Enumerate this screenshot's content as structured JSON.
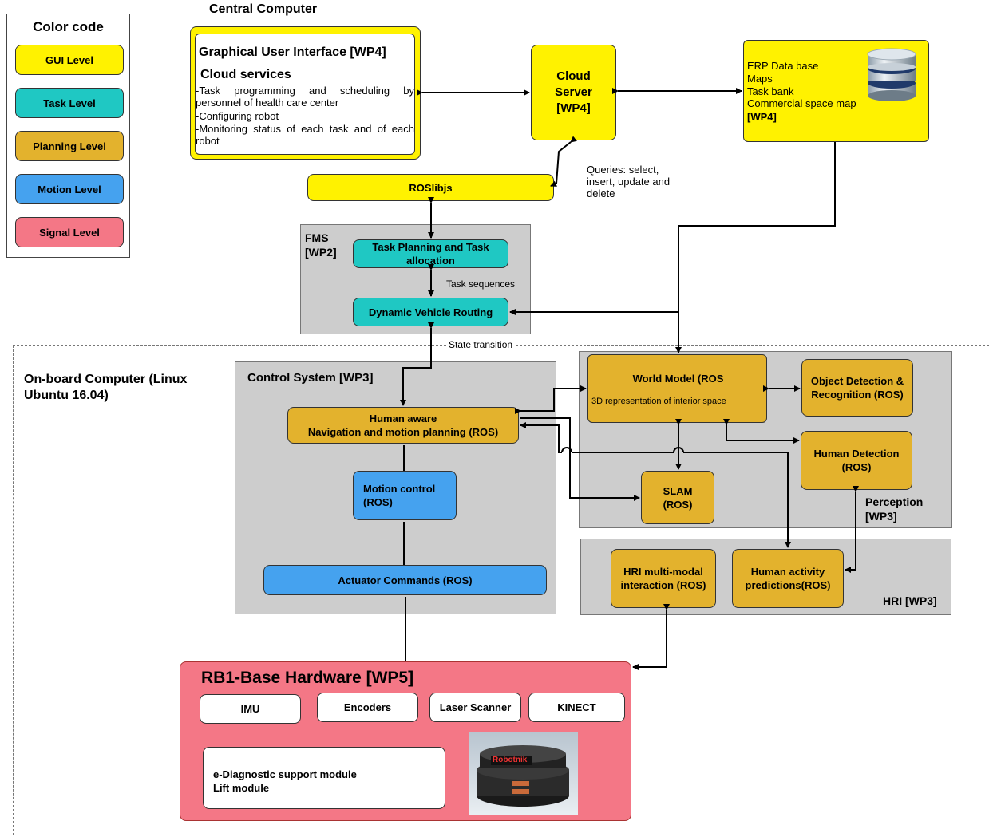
{
  "legend": {
    "title": "Color code",
    "items": [
      "GUI Level",
      "Task Level",
      "Planning Level",
      "Motion Level",
      "Signal Level"
    ]
  },
  "central": {
    "title": "Central Computer",
    "gui_title": "Graphical User Interface  [WP4]",
    "cloud_title": "Cloud services",
    "cloud_lines": [
      "-Task programming and scheduling by personnel of health care center",
      "-Configuring robot",
      "-Monitoring  status of each task and of each robot"
    ],
    "cloud_server": "Cloud Server [WP4]",
    "erp_lines": [
      "ERP Data base",
      "Maps",
      "Task bank",
      "Commercial space map"
    ],
    "erp_wp": "[WP4]",
    "queries": "Queries: select, insert, update and delete",
    "roslibjs": "ROSlibjs"
  },
  "fms": {
    "title": "FMS\n[WP2]",
    "task_planning": "Task Planning and Task allocation",
    "task_sequences": "Task sequences",
    "dvr": "Dynamic Vehicle Routing",
    "state_transition": "State transition"
  },
  "onboard": {
    "title": "On-board Computer (Linux Ubuntu 16.04)",
    "control_title": "Control System [WP3]",
    "human_aware": "Human aware\nNavigation and motion planning (ROS)",
    "motion_control": "Motion control\n(ROS)",
    "actuator": "Actuator Commands  (ROS)",
    "world_model": "World Model (ROS",
    "world_model_sub": "3D representation of interior space",
    "object_detection": "Object Detection & Recognition (ROS)",
    "human_detection": "Human Detection  (ROS)",
    "slam": "SLAM\n(ROS)",
    "perception": "Perception\n[WP3]",
    "hri_multimodal": "HRI multi-modal interaction (ROS)",
    "human_activity": "Human  activity predictions(ROS)",
    "hri": "HRI [WP3]"
  },
  "hardware": {
    "title": "RB1-Base Hardware [WP5]",
    "sensors": [
      "IMU",
      "Encoders",
      "Laser Scanner",
      "KINECT"
    ],
    "modules": "e-Diagnostic support module\nLift module",
    "robot_logo": "Robotnik"
  },
  "colors": {
    "gui": "#fff200",
    "task": "#1fc8c3",
    "planning": "#e3b22d",
    "motion": "#45a2ef",
    "signal": "#f47786",
    "panel": "#cdcdcd"
  }
}
